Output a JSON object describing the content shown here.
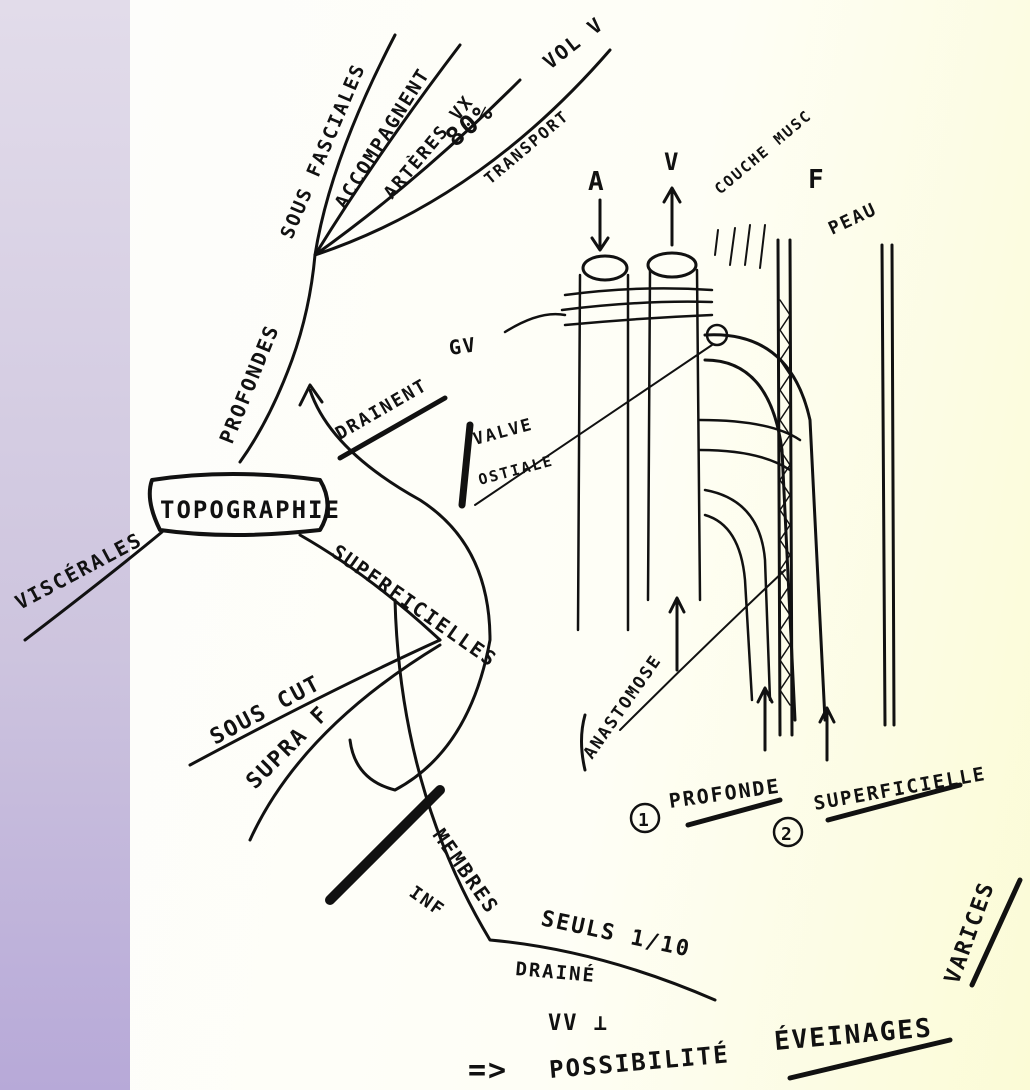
{
  "mind_map": {
    "center": "TOPOGRAPHIE",
    "branches": {
      "viscerales": "VISCÉRALES",
      "profondes": "PROFONDES",
      "superficielles": "SUPERFICIELLES",
      "draining": "DRAINENT"
    },
    "profondes_children": {
      "sous_fasciales": "SOUS FASCIALES",
      "accompagnent": "ACCOMPAGNENT",
      "artres_vx": "ARTÈRES VX",
      "percent": "80%",
      "vol_v": "VOL V",
      "transport": "TRANSPORT"
    },
    "superficielles_children": {
      "sous_cut": "SOUS CUT",
      "supra_f": "SUPRA F"
    },
    "membres": {
      "membres": "MEMBRES",
      "inf": "INF",
      "seuls": "SEULS 1/10",
      "draine": "DRAINÉ",
      "vv": "VV ⊥"
    },
    "conclusion": {
      "arrow": "=>",
      "possibilite": "POSSIBILITÉ",
      "eveinages": "ÉVEINAGES",
      "varices": "VARICES"
    }
  },
  "anatomy": {
    "artery": "A",
    "vein": "V",
    "fascia": "F",
    "skin": "PEAU",
    "muscle": "COUCHE MUSC",
    "gv": "GV",
    "valve": "VALVE",
    "ostiale": "OSTIALE",
    "anastomose": "ANASTOMOSE",
    "n1": "1",
    "profonde": "PROFONDE",
    "n2": "2",
    "superficielle": "SUPERFICIELLE"
  }
}
